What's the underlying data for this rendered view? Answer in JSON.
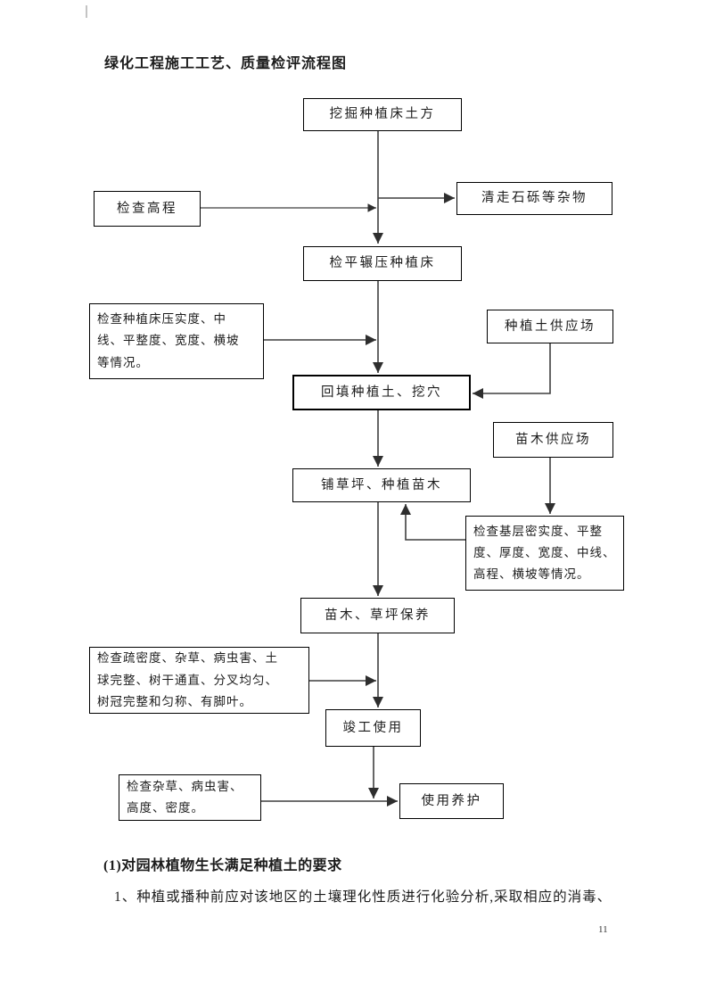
{
  "title": "绿化工程施工工艺、质量检评流程图",
  "flowchart": {
    "boxes": [
      {
        "id": "excavate",
        "label": "挖掘种植床土方"
      },
      {
        "id": "check-elevation",
        "label": "检查高程"
      },
      {
        "id": "clear-gravel",
        "label": "清走石砾等杂物"
      },
      {
        "id": "level-roll",
        "label": "检平辗压种植床"
      },
      {
        "id": "check-bed",
        "label": "检查种植床压实度、中\n线、平整度、宽度、横坡\n等情况。"
      },
      {
        "id": "soil-supply",
        "label": "种植土供应场"
      },
      {
        "id": "backfill",
        "label": "回填种植土、挖穴"
      },
      {
        "id": "seedling-supply",
        "label": "苗木供应场"
      },
      {
        "id": "lay-turf",
        "label": "铺草坪、种植苗木"
      },
      {
        "id": "check-base",
        "label": "检查基层密实度、平整\n度、厚度、宽度、中线、\n高程、横坡等情况。"
      },
      {
        "id": "maintain",
        "label": "苗木、草坪保养"
      },
      {
        "id": "check-density",
        "label": "检查疏密度、杂草、病虫害、土\n球完整、树干通直、分叉均匀、\n树冠完整和匀称、有脚叶。"
      },
      {
        "id": "completion",
        "label": "竣工使用"
      },
      {
        "id": "check-weeds",
        "label": "检查杂草、病虫害、\n高度、密度。"
      },
      {
        "id": "use-maintain",
        "label": "使用养护"
      }
    ],
    "edges": [
      {
        "from": "excavate",
        "to": "level-roll"
      },
      {
        "from": "check-elevation",
        "to": "main-flow"
      },
      {
        "from": "main-flow",
        "to": "clear-gravel"
      },
      {
        "from": "level-roll",
        "to": "backfill"
      },
      {
        "from": "check-bed",
        "to": "main-flow"
      },
      {
        "from": "soil-supply",
        "to": "backfill"
      },
      {
        "from": "backfill",
        "to": "lay-turf"
      },
      {
        "from": "seedling-supply",
        "to": "check-base"
      },
      {
        "from": "check-base",
        "to": "lay-turf"
      },
      {
        "from": "lay-turf",
        "to": "maintain"
      },
      {
        "from": "check-density",
        "to": "main-flow"
      },
      {
        "from": "maintain",
        "to": "completion"
      },
      {
        "from": "completion",
        "to": "use-maintain"
      },
      {
        "from": "check-weeds",
        "to": "use-maintain"
      }
    ]
  },
  "footer": {
    "heading": "(1)对园林植物生长满足种植土的要求",
    "paragraph": "1、种植或播种前应对该地区的土壤理化性质进行化验分析,采取相应的消毒、",
    "page_number": "11"
  },
  "colors": {
    "background": "#ffffff",
    "box_border": "#000000",
    "connector": "#3f3f3f",
    "text": "#1c1c1c"
  }
}
